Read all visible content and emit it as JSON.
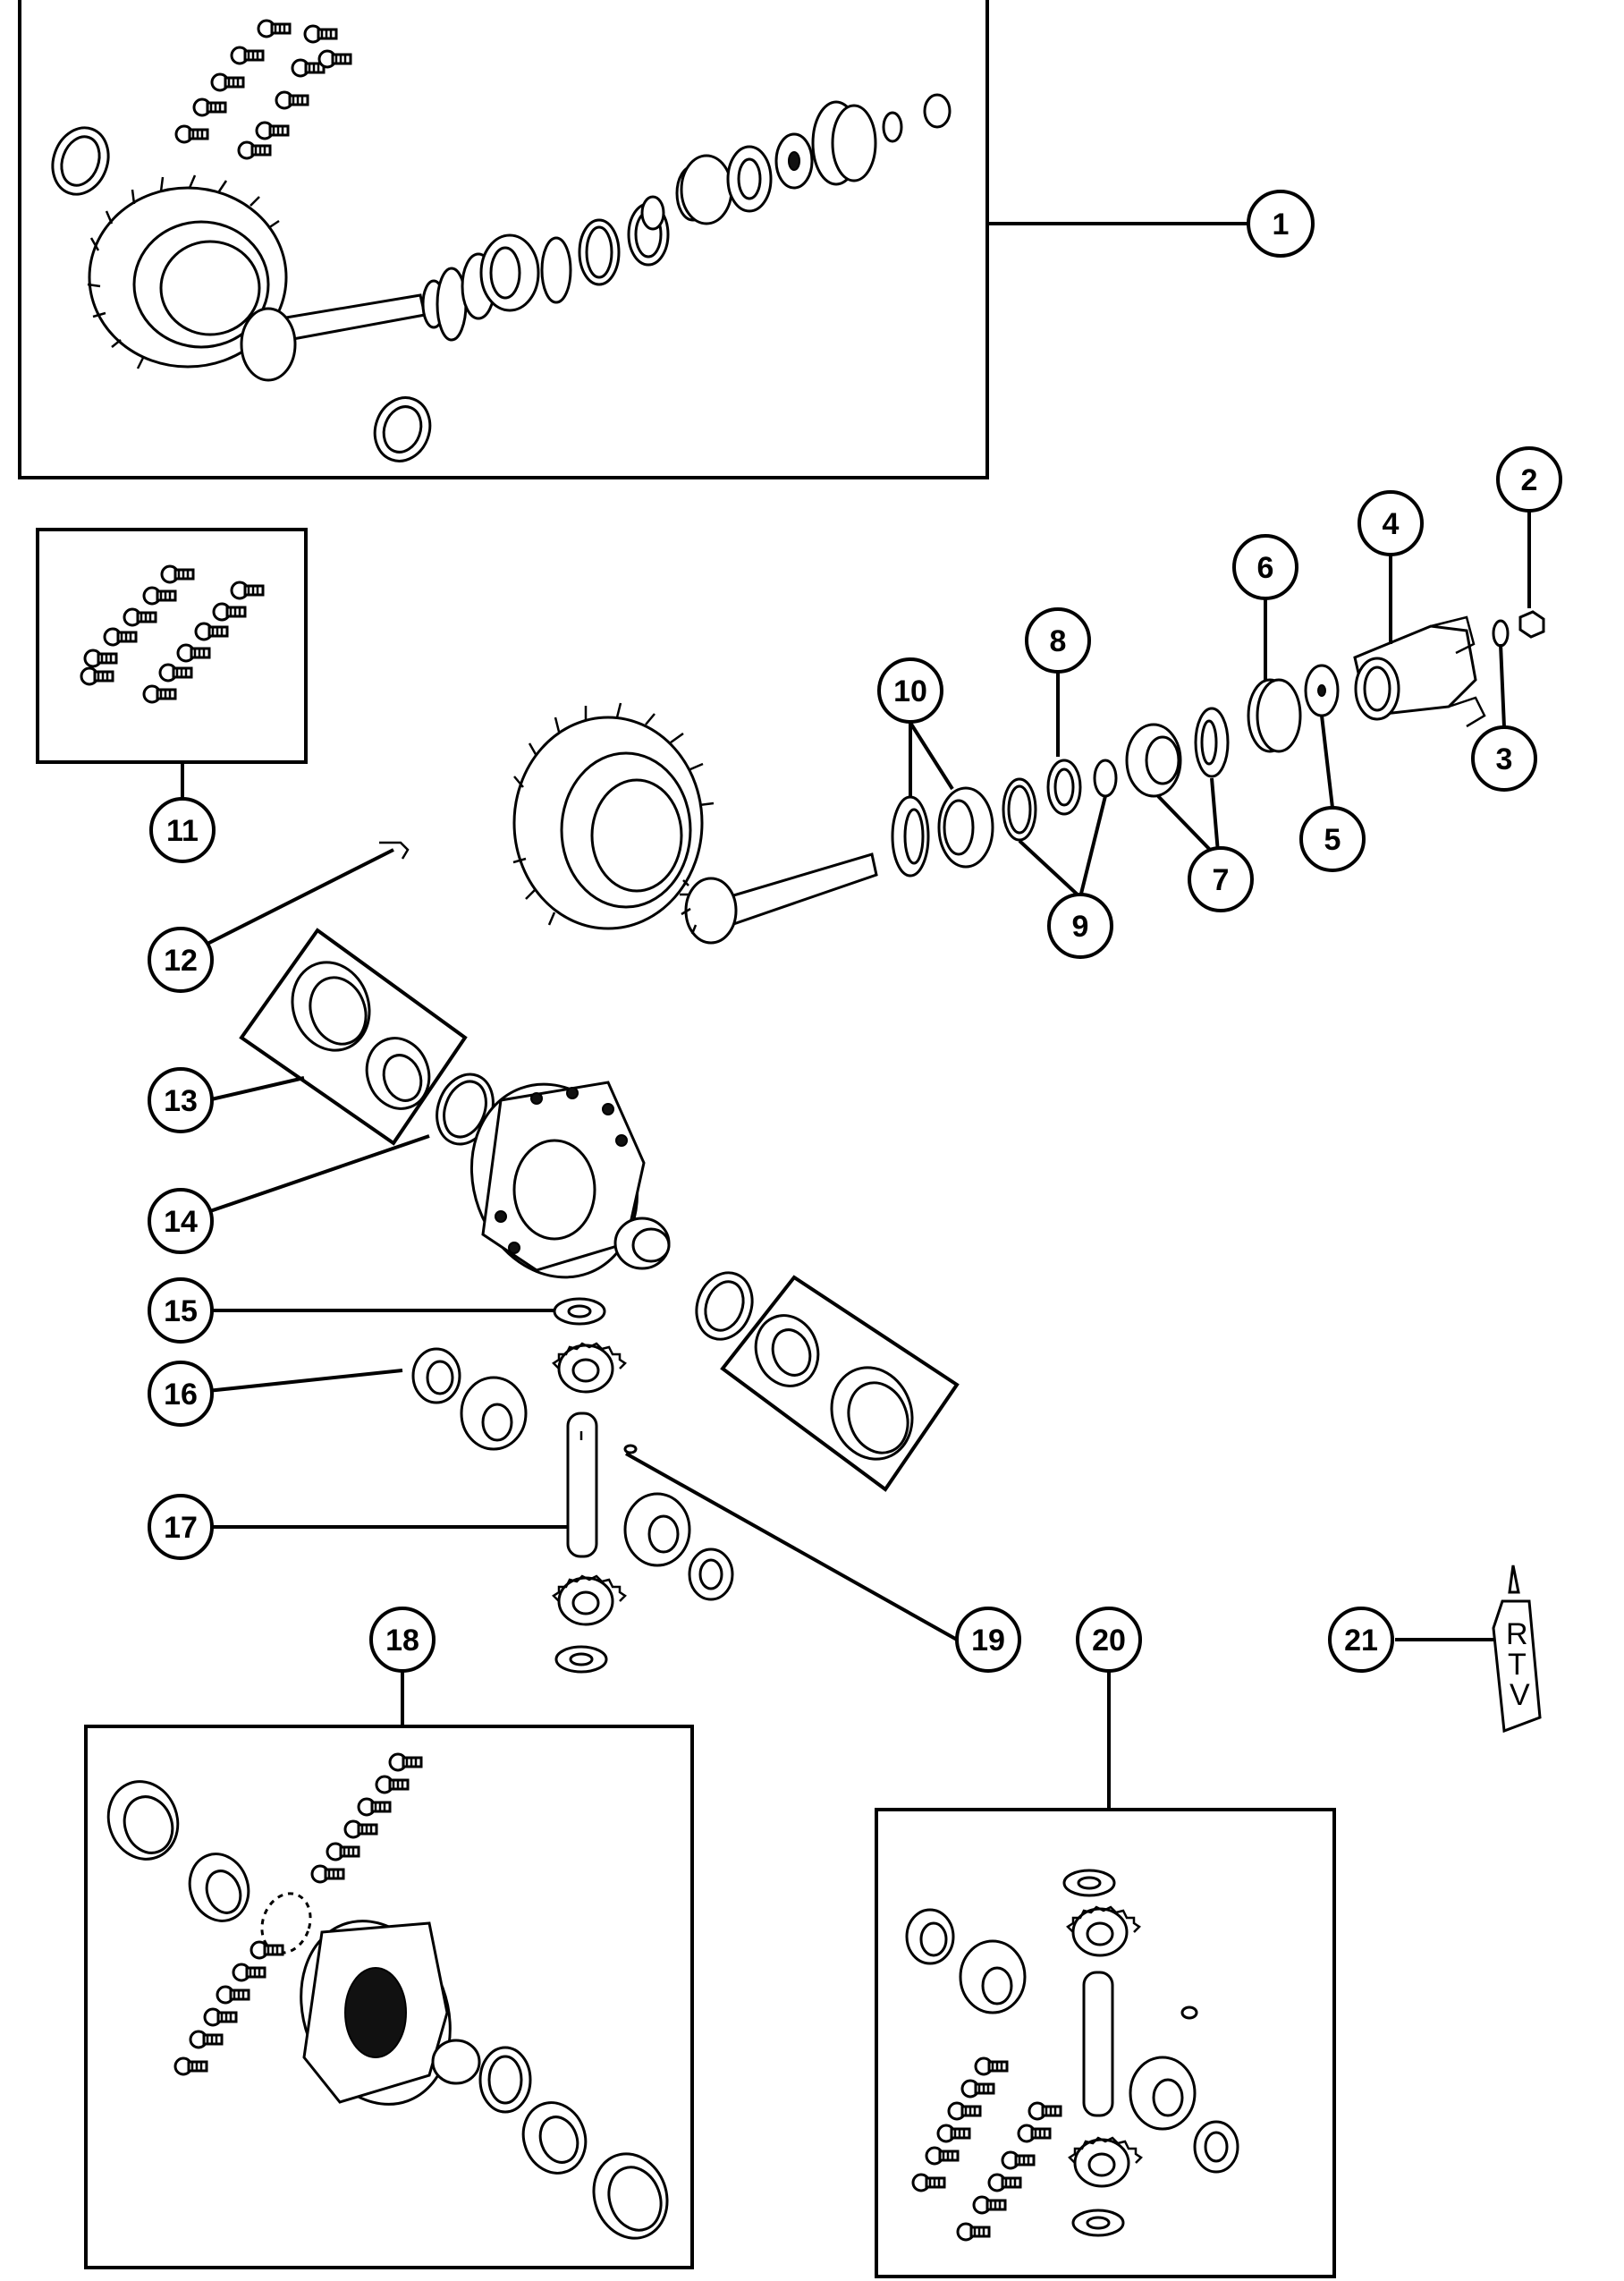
{
  "callouts": [
    "1",
    "2",
    "3",
    "4",
    "5",
    "6",
    "7",
    "8",
    "9",
    "10",
    "11",
    "12",
    "13",
    "14",
    "15",
    "16",
    "17",
    "18",
    "19",
    "20",
    "21"
  ],
  "sealant_tube_label": [
    "R",
    "T",
    "V"
  ]
}
